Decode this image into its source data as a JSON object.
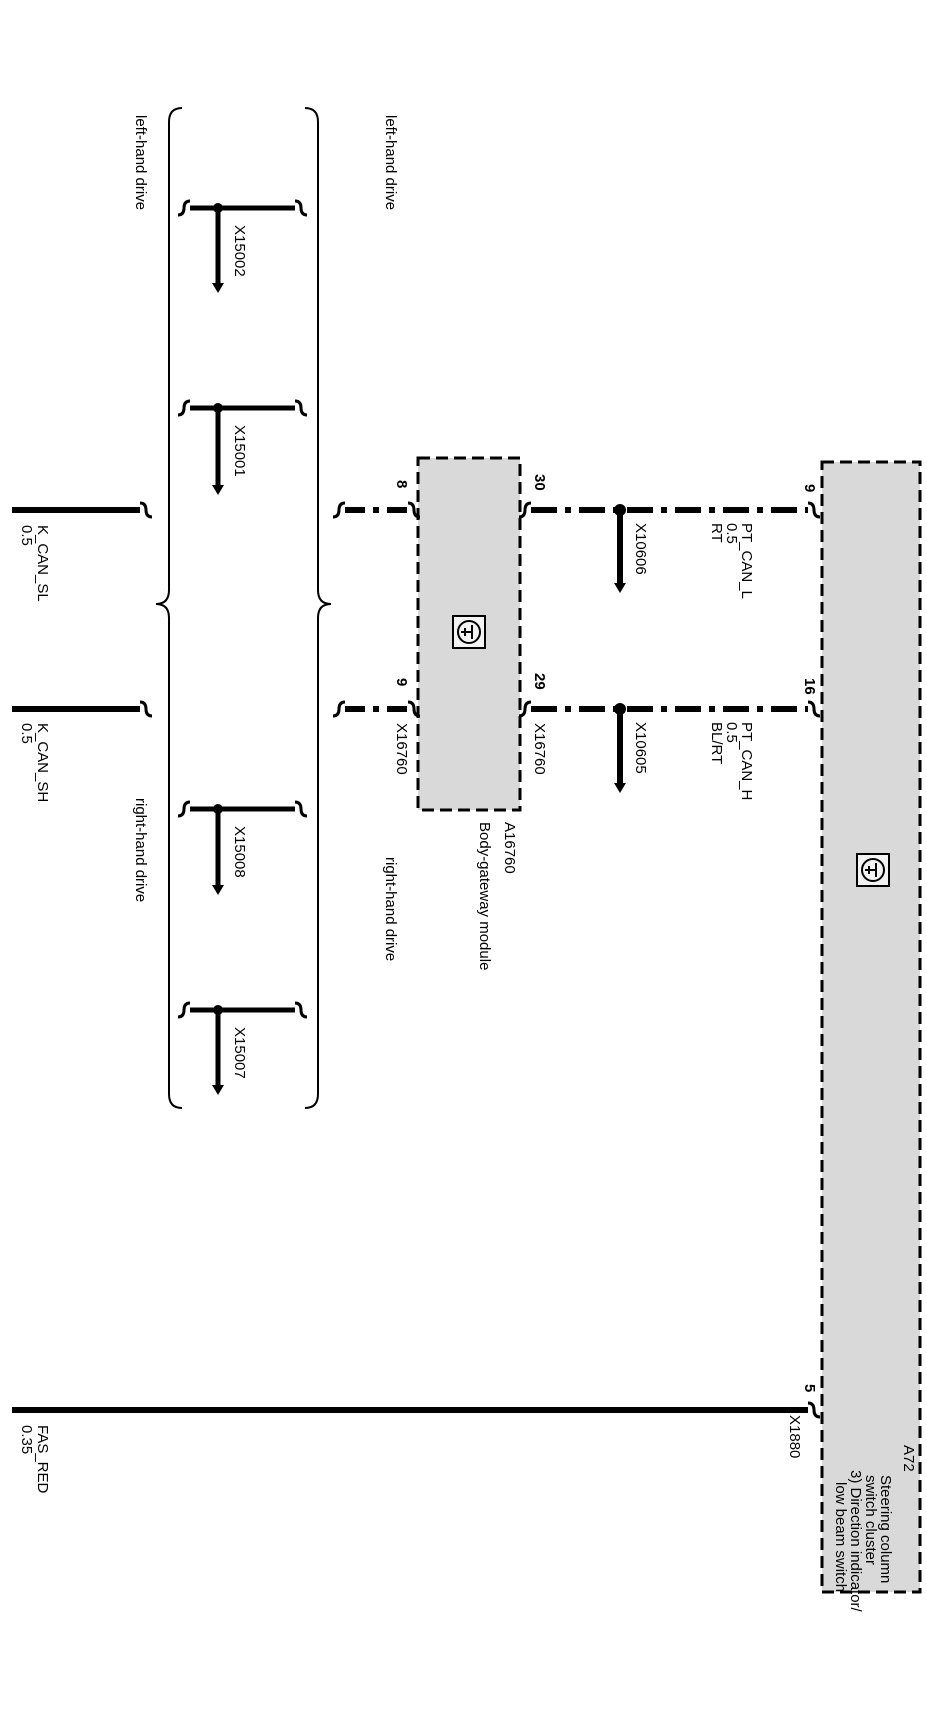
{
  "modules": {
    "a72": {
      "id": "A72",
      "desc1": "Steering column",
      "desc2": "switch cluster",
      "desc3": "3) Direction indicator/",
      "desc4": "low beam switch",
      "connector": "X1880",
      "pins": {
        "can_l": "9",
        "can_h": "16",
        "fas": "5"
      }
    },
    "gateway": {
      "id": "A16760",
      "name": "Body-gateway module",
      "connector_top": "X16760",
      "connector_bottom": "X16760",
      "pins": {
        "top_l": "30",
        "top_h": "29",
        "bot_l": "8",
        "bot_h": "9"
      }
    }
  },
  "wires": {
    "pt_can_l": {
      "name": "PT_CAN_L",
      "gauge": "0.5",
      "color": "RT",
      "splice": "X10606"
    },
    "pt_can_h": {
      "name": "PT_CAN_H",
      "gauge": "0.5",
      "color": "BL/RT",
      "splice": "X10605"
    },
    "k_can_sl": {
      "name": "K_CAN_SL",
      "gauge": "0.5"
    },
    "k_can_sh": {
      "name": "K_CAN_SH",
      "gauge": "0.5"
    },
    "fas_red": {
      "name": "FAS_RED",
      "gauge": "0.35"
    }
  },
  "variants": {
    "lhd_label": "left-hand drive",
    "rhd_label": "right-hand drive"
  },
  "splices": [
    "X15002",
    "X15001",
    "X15008",
    "X15007"
  ],
  "colors": {
    "module_fill": "#d9d9d9",
    "line": "#000000"
  }
}
